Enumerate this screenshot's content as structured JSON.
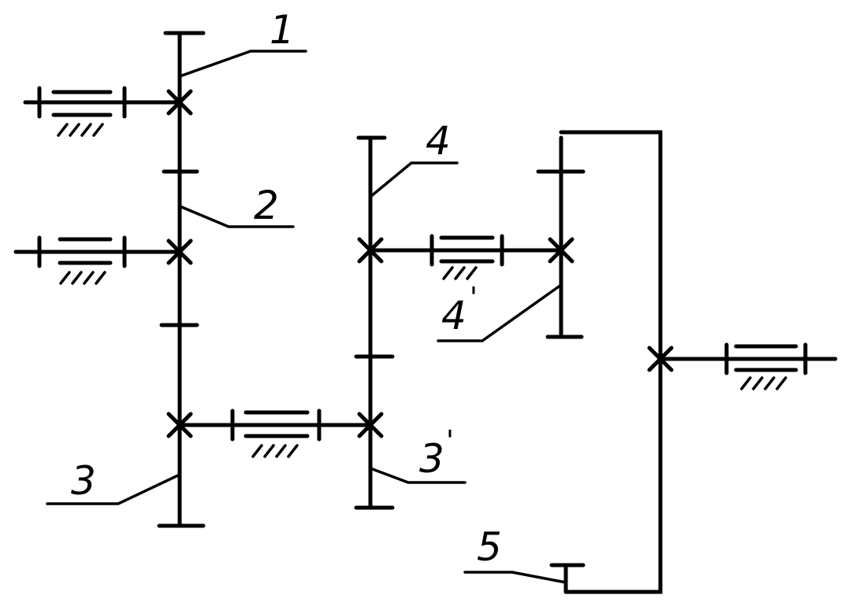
{
  "diagram": {
    "labels": {
      "gear_1": "1",
      "gear_2": "2",
      "gear_3": "3",
      "gear_3p_num": "3",
      "gear_3p_prime": "'",
      "gear_4": "4",
      "gear_4p_num": "4",
      "gear_4p_prime": "'",
      "gear_5": "5"
    }
  }
}
